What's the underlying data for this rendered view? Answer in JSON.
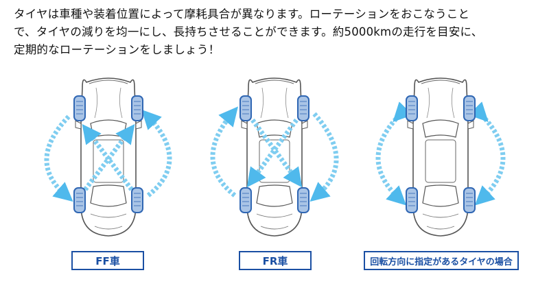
{
  "intro": {
    "line1": "タイヤは車種や装着位置によって摩耗具合が異なります。ローテーションをおこなうこと",
    "line2": "で、タイヤの減りを均一にし、長持ちさせることができます。約5000kmの走行を目安に、",
    "line3": "定期的なローテーションをしましょう！"
  },
  "diagrams": [
    {
      "label": "FF車"
    },
    {
      "label": "FR車"
    },
    {
      "label": "回転方向に指定があるタイヤの場合"
    }
  ],
  "colors": {
    "arrow": "#7fcdf0",
    "tire_fill": "#a9c4e6",
    "tire_stroke": "#2f66b3",
    "label": "#1a4fa3",
    "car_outline": "#555555"
  }
}
